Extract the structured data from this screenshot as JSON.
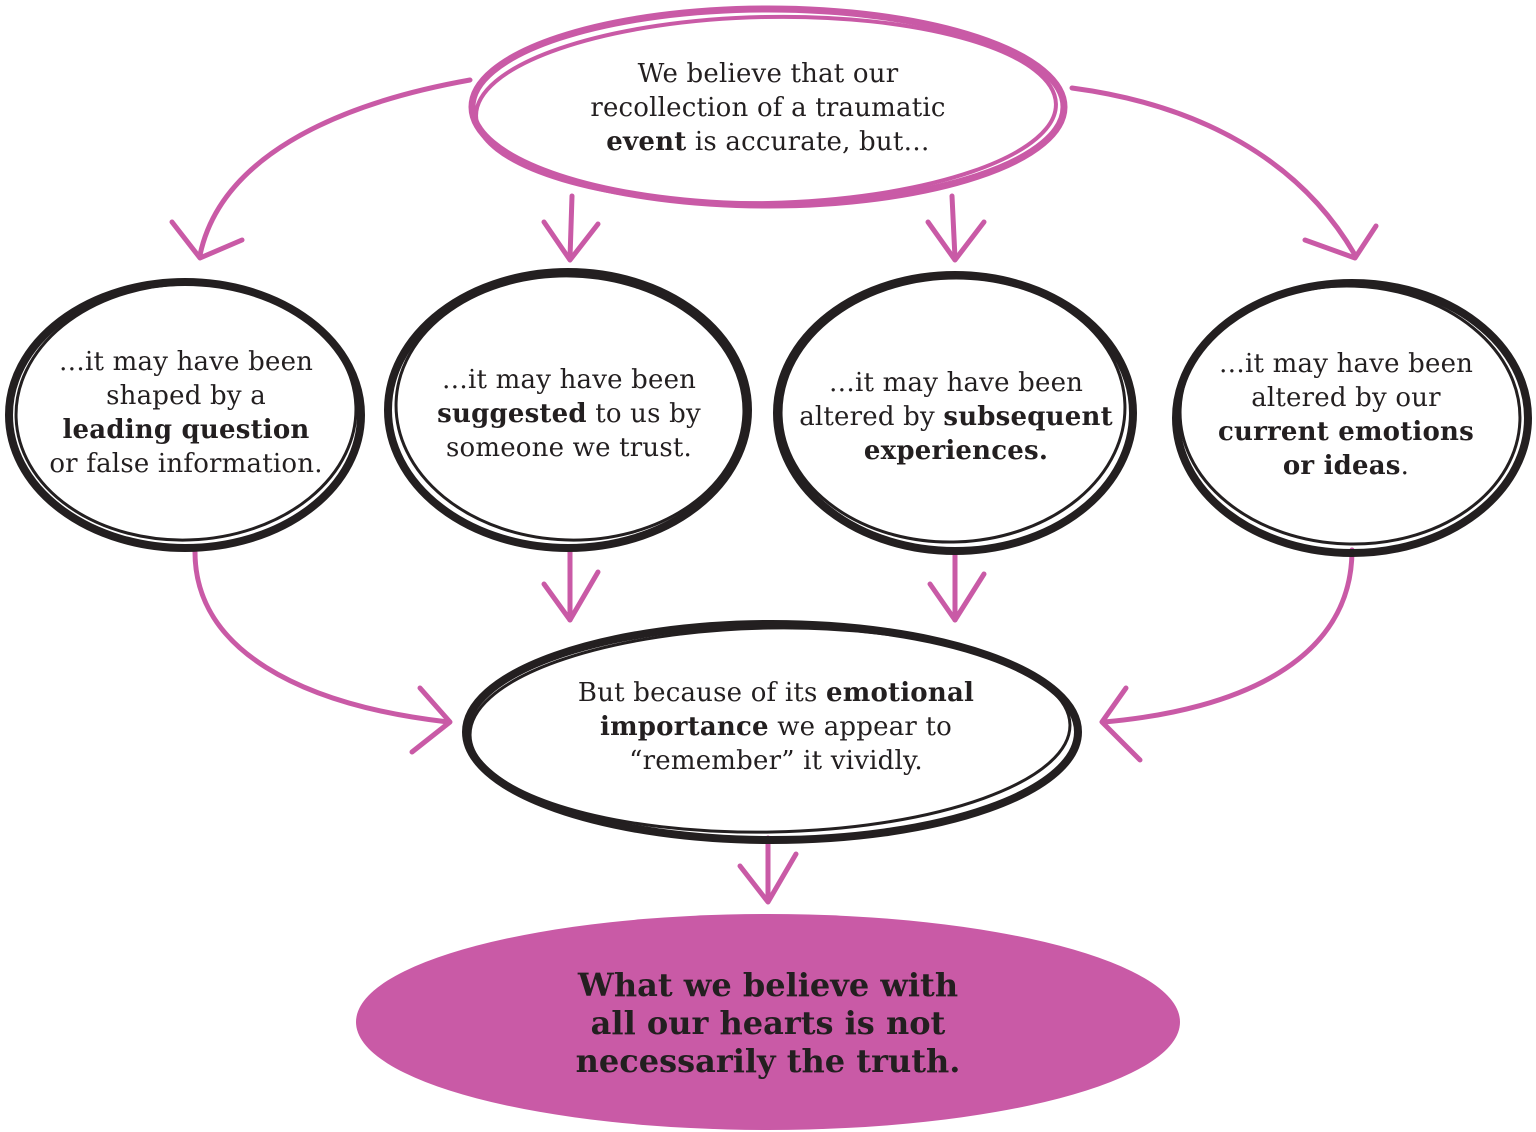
{
  "colors": {
    "accent": "#c95aa6",
    "ink": "#231f20",
    "background": "#ffffff"
  },
  "top_node": {
    "line1": "We believe that our",
    "line2": "recollection of a traumatic",
    "line3_bold": "event",
    "line3_rest": " is accurate, but…"
  },
  "middle_nodes": [
    {
      "l1": "…it may have been",
      "l2": "shaped by a",
      "l3_bold": "leading question",
      "l4": "or false information."
    },
    {
      "l1": "…it may have been",
      "l2_bold": "suggested",
      "l2_rest": " to us by",
      "l3": "someone we trust."
    },
    {
      "l1": "…it may have been",
      "l2_pre": "altered by ",
      "l2_bold": "subsequent",
      "l3_bold": "experiences."
    },
    {
      "l1": "…it may have been",
      "l2": "altered by our",
      "l3_bold": "current emotions",
      "l4_bold": "or ideas",
      "l4_rest": "."
    }
  ],
  "lower_node": {
    "l1_pre": "But because of its ",
    "l1_bold": "emotional",
    "l2_bold": "importance",
    "l2_rest": " we appear to",
    "l3": "“remember” it vividly."
  },
  "final_node": {
    "l1": "What we believe with",
    "l2": "all our hearts is not",
    "l3": "necessarily the truth."
  }
}
